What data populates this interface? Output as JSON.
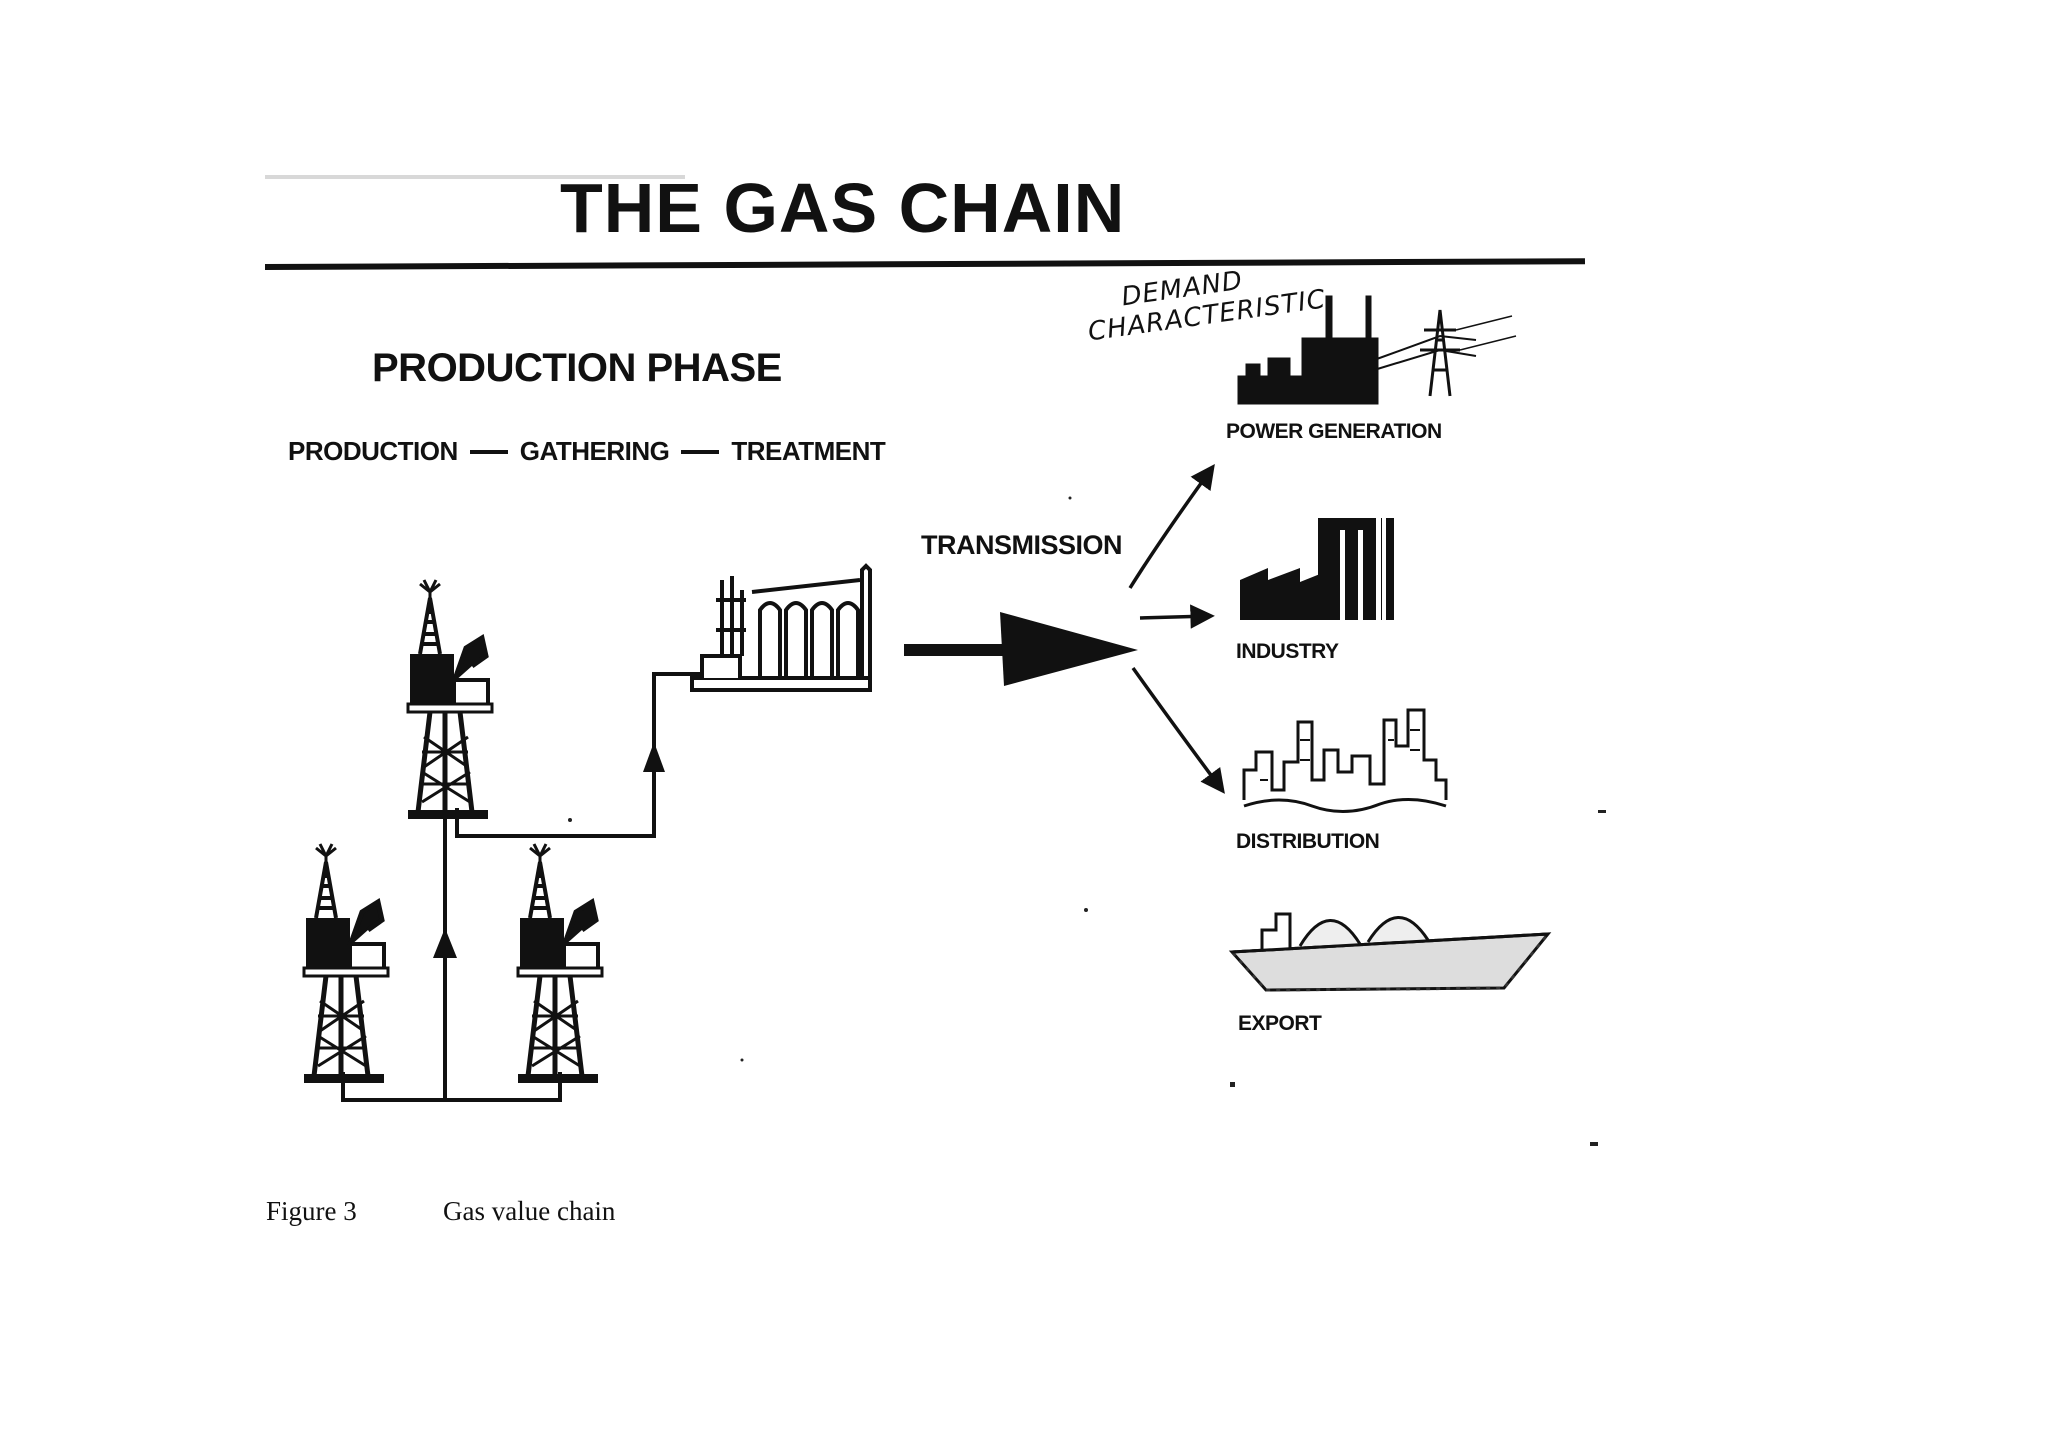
{
  "diagram": {
    "title": "THE GAS CHAIN",
    "production_phase": {
      "heading": "PRODUCTION PHASE",
      "steps": [
        "PRODUCTION",
        "GATHERING",
        "TREATMENT"
      ]
    },
    "transmission_label": "TRANSMISSION",
    "annotation": {
      "line1": "DEMAND",
      "line2": "CHARACTERISTIC."
    },
    "outputs": [
      {
        "label": "POWER GENERATION",
        "icon": "power-plant-icon"
      },
      {
        "label": "INDUSTRY",
        "icon": "factory-icon"
      },
      {
        "label": "DISTRIBUTION",
        "icon": "city-skyline-icon"
      },
      {
        "label": "EXPORT",
        "icon": "lng-tanker-ship-icon"
      }
    ]
  },
  "caption": {
    "figure_number": "Figure 3",
    "text": "Gas value chain"
  }
}
